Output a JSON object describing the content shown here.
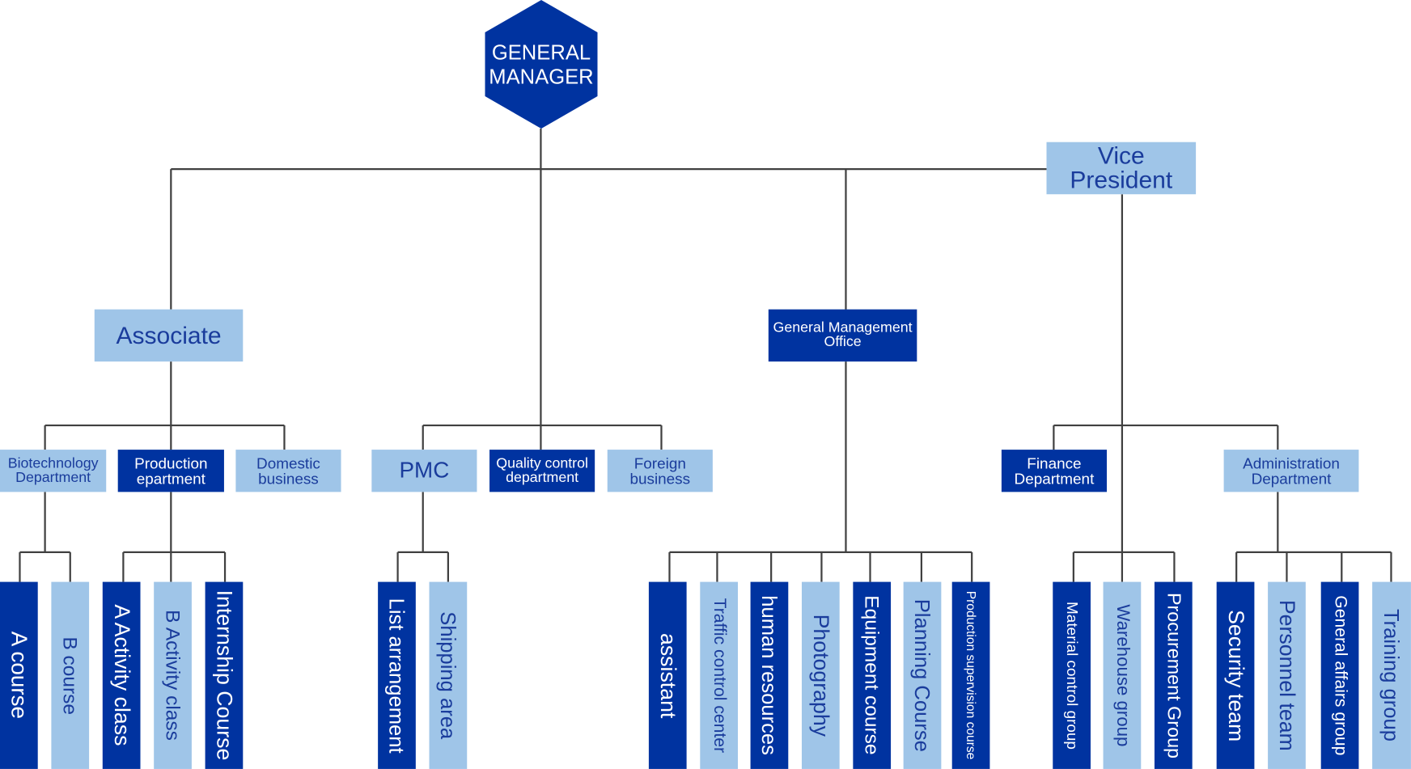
{
  "colors": {
    "dark": "#0033a0",
    "light": "#9fc5e8",
    "light_text": "#1a3c9c",
    "line": "#404040"
  },
  "root": {
    "label": "GENERAL MANAGER",
    "shape": "hexagon",
    "style": "dark"
  },
  "nodes": {
    "vp": {
      "label": "Vice President",
      "style": "light"
    },
    "associate": {
      "label": "Associate",
      "style": "light"
    },
    "gmo": {
      "label": "General Management Office",
      "style": "dark"
    },
    "biotech": {
      "label": "Biotechnology Department",
      "style": "light"
    },
    "production": {
      "label": "Production epartment",
      "style": "dark"
    },
    "domestic": {
      "label": "Domestic business",
      "style": "light"
    },
    "pmc": {
      "label": "PMC",
      "style": "light"
    },
    "quality": {
      "label": "Quality control department",
      "style": "dark"
    },
    "foreign": {
      "label": "Foreign business",
      "style": "light"
    },
    "finance": {
      "label": "Finance Department",
      "style": "dark"
    },
    "admin": {
      "label": "Administration Department",
      "style": "light"
    },
    "a_course": {
      "label": "A   course",
      "style": "dark"
    },
    "b_course": {
      "label": "B   course",
      "style": "light"
    },
    "a_activity": {
      "label": "A Activity class",
      "style": "dark"
    },
    "b_activity": {
      "label": "B Activity class",
      "style": "light"
    },
    "internship": {
      "label": "Internship Course",
      "style": "dark"
    },
    "list_arrangement": {
      "label": "List arrangement",
      "style": "dark"
    },
    "shipping": {
      "label": "Shipping area",
      "style": "light"
    },
    "assistant": {
      "label": "assistant",
      "style": "dark"
    },
    "traffic": {
      "label": "Traffic control center",
      "style": "light"
    },
    "hr": {
      "label": "human resources",
      "style": "dark"
    },
    "photography": {
      "label": "Photography",
      "style": "light"
    },
    "equipment": {
      "label": "Equipment course",
      "style": "dark"
    },
    "planning": {
      "label": "Planning Course",
      "style": "light"
    },
    "prod_supervision": {
      "label": "Production supervision course",
      "style": "dark"
    },
    "material_control": {
      "label": "Material control group",
      "style": "dark"
    },
    "warehouse": {
      "label": "Warehouse group",
      "style": "light"
    },
    "procurement": {
      "label": "Procurement Group",
      "style": "dark"
    },
    "security": {
      "label": "Security team",
      "style": "dark"
    },
    "personnel": {
      "label": "Personnel team",
      "style": "light"
    },
    "general_affairs": {
      "label": "General affairs group",
      "style": "dark"
    },
    "training": {
      "label": "Training group",
      "style": "light"
    }
  },
  "hierarchy": {
    "GENERAL MANAGER": [
      "Associate",
      "Quality control department",
      "PMC",
      "Foreign business",
      "General Management Office",
      "Vice President"
    ],
    "Associate": [
      "Biotechnology Department",
      "Production epartment",
      "Domestic business"
    ],
    "Biotechnology Department": [
      "A course",
      "B course"
    ],
    "Production epartment": [
      "A Activity class",
      "B Activity class",
      "Internship Course"
    ],
    "PMC": [
      "List arrangement",
      "Shipping area"
    ],
    "General Management Office": [
      "assistant",
      "Traffic control center",
      "human resources",
      "Photography",
      "Equipment course",
      "Planning Course",
      "Production supervision course"
    ],
    "Vice President": [
      "Finance Department",
      "Administration Department",
      "Material control group",
      "Warehouse group",
      "Procurement Group"
    ],
    "Administration Department": [
      "Security team",
      "Personnel team",
      "General affairs group",
      "Training group"
    ]
  }
}
